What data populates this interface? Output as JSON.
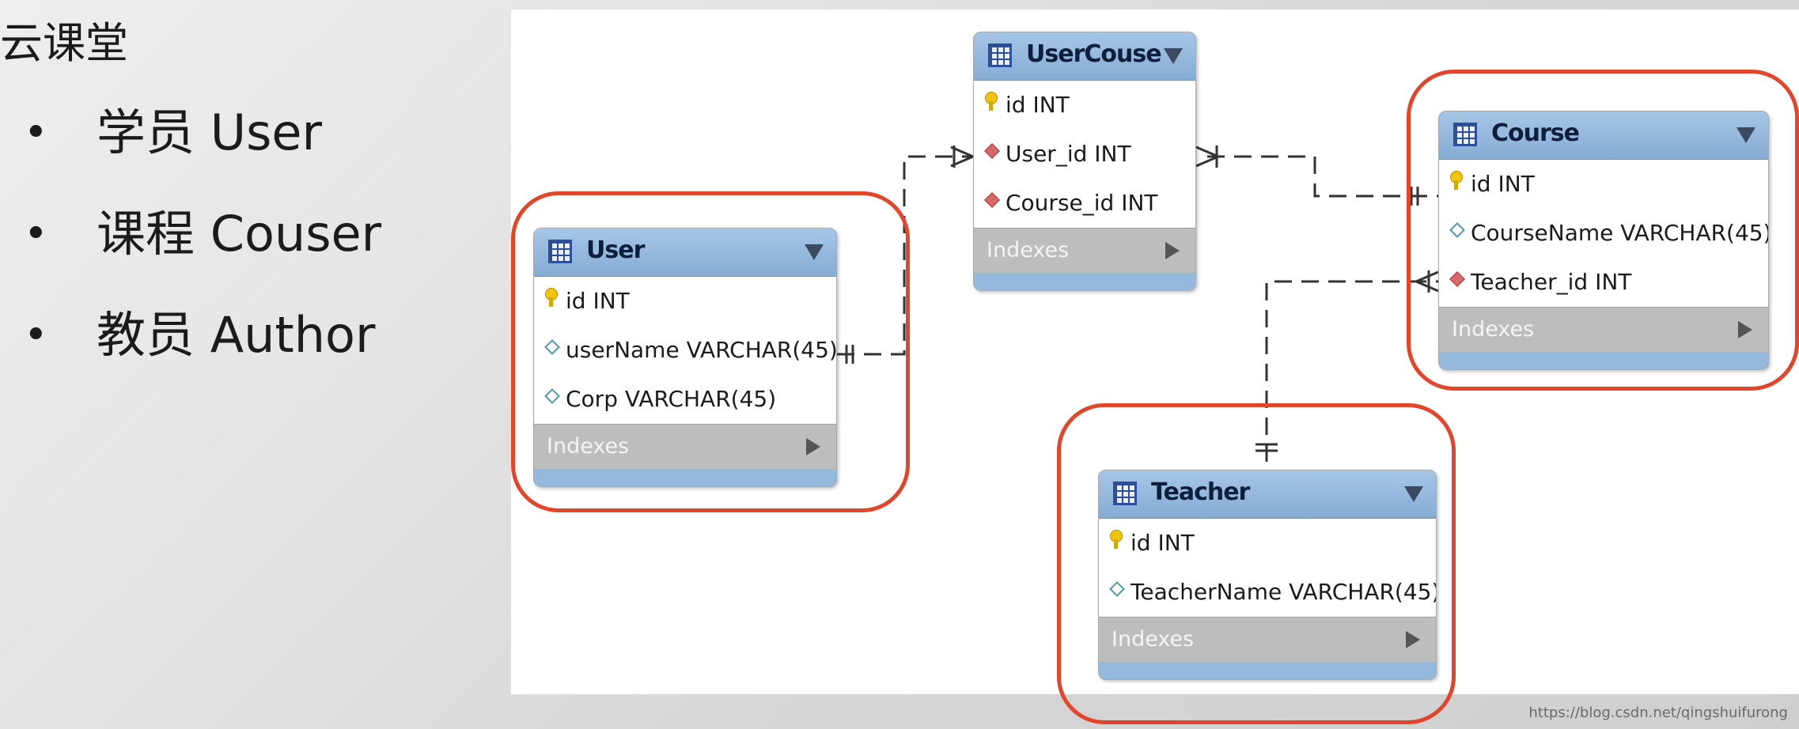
{
  "slide": {
    "title": "云课堂",
    "bullets": [
      {
        "marker": "•",
        "text": "学员 User"
      },
      {
        "marker": "•",
        "text": "课程 Couser"
      },
      {
        "marker": "•",
        "text": "教员 Author"
      }
    ]
  },
  "diagram": {
    "tables": {
      "usercouse": {
        "name": "UserCouse",
        "columns": [
          {
            "icon": "primary-key-icon",
            "text": "id INT"
          },
          {
            "icon": "foreign-key-icon",
            "text": "User_id INT"
          },
          {
            "icon": "foreign-key-icon",
            "text": "Course_id INT"
          }
        ],
        "indexes_label": "Indexes"
      },
      "user": {
        "name": "User",
        "columns": [
          {
            "icon": "primary-key-icon",
            "text": "id INT"
          },
          {
            "icon": "column-icon",
            "text": "userName VARCHAR(45)"
          },
          {
            "icon": "column-icon",
            "text": "Corp VARCHAR(45)"
          }
        ],
        "indexes_label": "Indexes"
      },
      "course": {
        "name": "Course",
        "columns": [
          {
            "icon": "primary-key-icon",
            "text": "id INT"
          },
          {
            "icon": "column-icon",
            "text": "CourseName VARCHAR(45)"
          },
          {
            "icon": "foreign-key-icon",
            "text": "Teacher_id INT"
          }
        ],
        "indexes_label": "Indexes"
      },
      "teacher": {
        "name": "Teacher",
        "columns": [
          {
            "icon": "primary-key-icon",
            "text": "id INT"
          },
          {
            "icon": "column-icon",
            "text": "TeacherName VARCHAR(45)"
          }
        ],
        "indexes_label": "Indexes"
      }
    },
    "relationships": [
      {
        "from": "User",
        "to": "UserCouse",
        "cardinality": "one-to-many"
      },
      {
        "from": "Course",
        "to": "UserCouse",
        "cardinality": "one-to-many"
      },
      {
        "from": "Teacher",
        "to": "Course",
        "cardinality": "one-to-many"
      }
    ],
    "highlight_color": "#e2462a"
  },
  "watermark": "https://blog.csdn.net/qingshuifurong"
}
